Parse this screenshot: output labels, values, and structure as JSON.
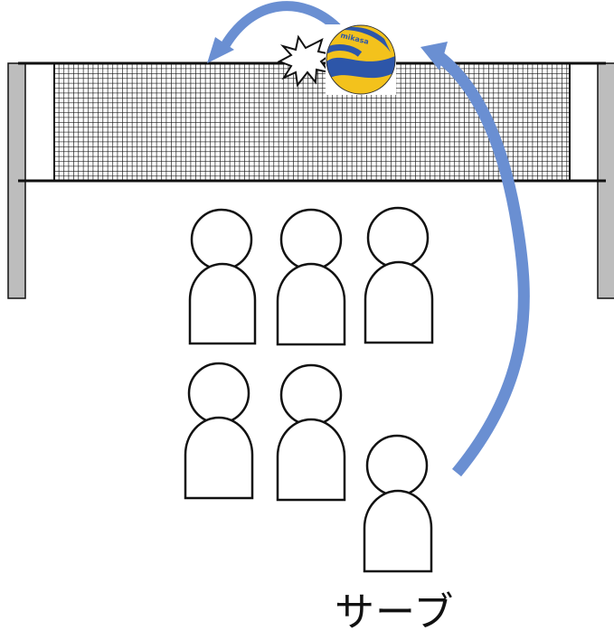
{
  "caption": "サーブ",
  "ball_label": "mikasa",
  "colors": {
    "arrow": "#6a8fd2",
    "post": "#bdbdbd",
    "net_line": "#111111",
    "ball_yellow": "#f3c21c",
    "ball_blue": "#2d56a9"
  },
  "players": [
    {
      "id": "player-1",
      "role": "front-left"
    },
    {
      "id": "player-2",
      "role": "front-center"
    },
    {
      "id": "player-3",
      "role": "front-right"
    },
    {
      "id": "player-4",
      "role": "back-left"
    },
    {
      "id": "player-5",
      "role": "back-center"
    },
    {
      "id": "player-6",
      "role": "server"
    }
  ],
  "icons": [
    "serve-arrow",
    "bounce-arrow",
    "impact-burst-icon",
    "volleyball-icon"
  ]
}
